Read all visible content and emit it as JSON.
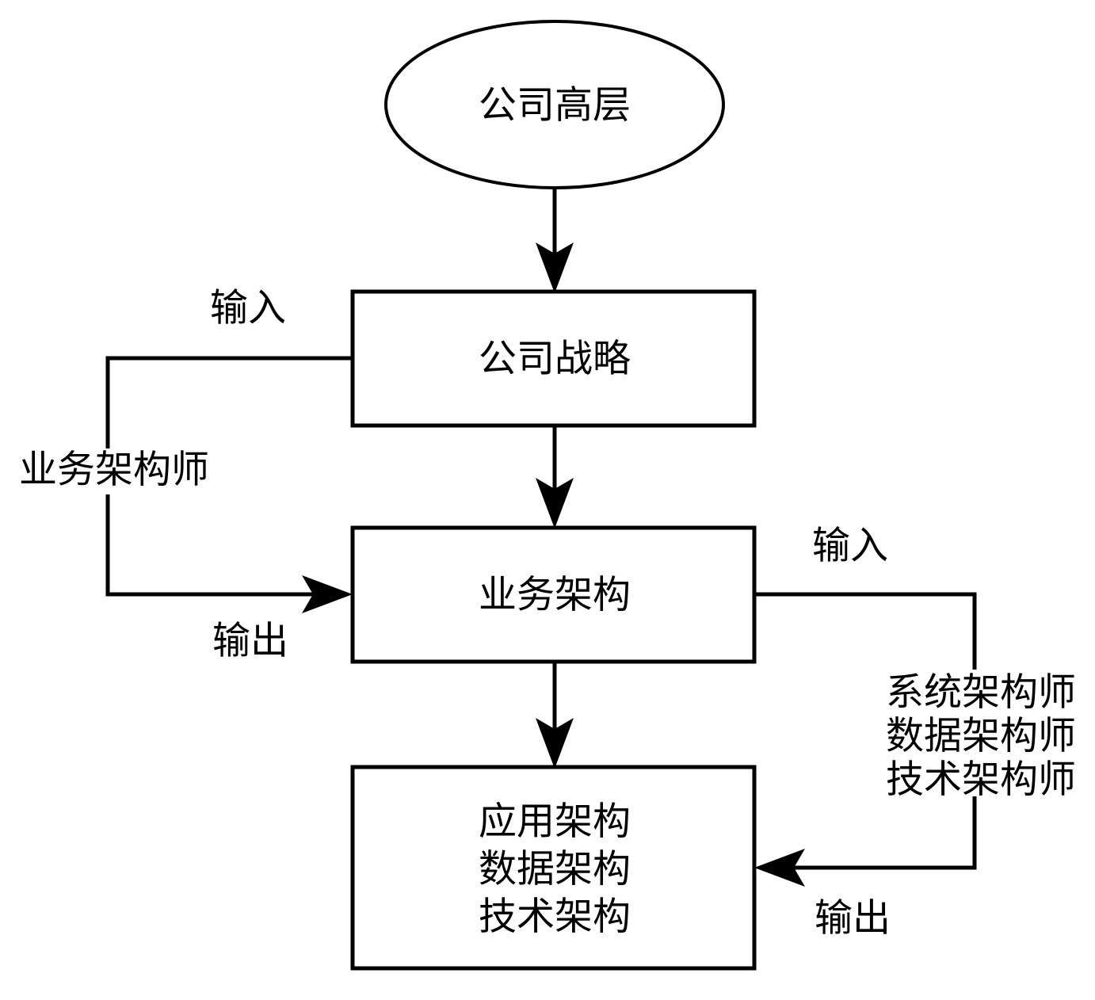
{
  "diagram": {
    "type": "flowchart",
    "background_color": "#ffffff",
    "stroke_color": "#000000",
    "nodes": [
      {
        "id": "exec",
        "shape": "ellipse",
        "label": "公司高层"
      },
      {
        "id": "strategy",
        "shape": "rectangle",
        "label": "公司战略"
      },
      {
        "id": "business_arch",
        "shape": "rectangle",
        "label": "业务架构"
      },
      {
        "id": "detail_arch",
        "shape": "rectangle",
        "line1": "应用架构",
        "line2": "数据架构",
        "line3": "技术架构"
      }
    ],
    "labels": {
      "input_left": "输入",
      "role_left": "业务架构师",
      "output_left": "输出",
      "input_right": "输入",
      "roles_right_line1": "系统架构师",
      "roles_right_line2": "数据架构师",
      "roles_right_line3": "技术架构师",
      "output_right": "输出"
    },
    "edges": [
      {
        "from": "exec",
        "to": "strategy",
        "label": ""
      },
      {
        "from": "strategy",
        "to": "business_arch",
        "label": ""
      },
      {
        "from": "business_arch",
        "to": "detail_arch",
        "label": ""
      },
      {
        "from": "strategy",
        "to": "business_arch",
        "label": "业务架构师",
        "note_in": "输入",
        "note_out": "输出",
        "route": "left-loop"
      },
      {
        "from": "business_arch",
        "to": "detail_arch",
        "label": "系统架构师 数据架构师 技术架构师",
        "note_in": "输入",
        "note_out": "输出",
        "route": "right-loop"
      }
    ]
  }
}
